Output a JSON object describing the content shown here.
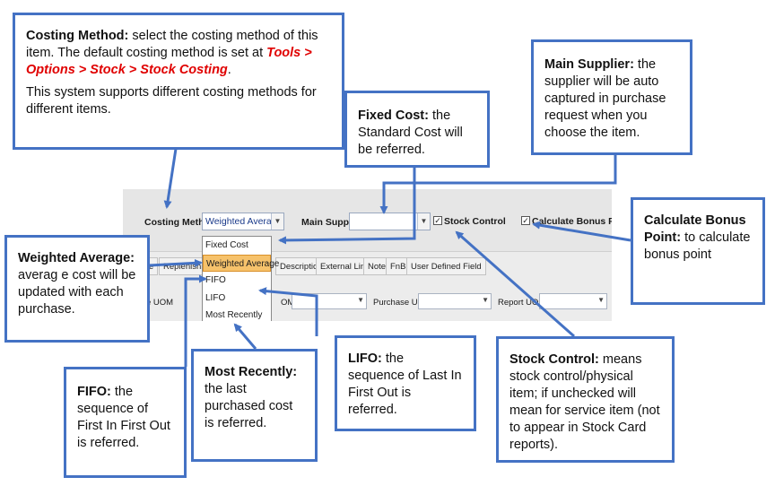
{
  "callouts": {
    "costing_method": {
      "title": "Costing Method:",
      "text1": " select the costing method of this item. The default costing method is set at ",
      "path": "Tools > Options > Stock > Stock Costing",
      "text2": ".",
      "text3": "This system supports different costing methods for different items."
    },
    "fixed_cost": {
      "title": "Fixed Cost:",
      "text": " the Standard Cost will be referred."
    },
    "main_supplier": {
      "title": "Main Supplier:",
      "text": " the supplier will be auto captured in purchase request when you choose the item."
    },
    "calculate_bonus": {
      "title": "Calculate Bonus Point:",
      "text": " to calculate bonus point"
    },
    "weighted_average": {
      "title": "Weighted Average:",
      "text": " averag e cost will be updated with each purchase."
    },
    "fifo": {
      "title": "FIFO:",
      "text": " the sequence of First In First Out is referred."
    },
    "most_recently": {
      "title": "Most Recently:",
      "text": " the last purchased cost is referred."
    },
    "lifo": {
      "title": "LIFO:",
      "text": " the sequence of Last In First Out is referred."
    },
    "stock_control": {
      "title": "Stock Control:",
      "text": " means stock control/physical item; if unchecked will mean for service item (not to appear in Stock Card reports)."
    }
  },
  "screenshot": {
    "costing_method_label": "Costing Method",
    "costing_method_value": "Weighted Average",
    "main_supplier_label": "Main Supplier",
    "main_supplier_value": "",
    "stock_control_label": "Stock Control",
    "stock_control_checked": true,
    "calculate_bonus_label": "Calculate Bonus Point",
    "calculate_bonus_checked": true,
    "costing_options": [
      "Fixed Cost",
      "Weighted Average",
      "FIFO",
      "LIFO",
      "Most Recently"
    ],
    "selected_option": "Weighted Average",
    "tabs": [
      "e",
      "Replenishment",
      "Description",
      "External Link",
      "Note",
      "FnB",
      "User Defined Field"
    ],
    "uom_labels": [
      "e UOM",
      "OM",
      "Purchase UOM",
      "Report UOM"
    ],
    "check_mark": "✓",
    "dropdown_arrow": "▼"
  },
  "colors": {
    "callout_border": "#4472c4",
    "path_text": "#e00000",
    "selected_item": "#f6c26b"
  }
}
